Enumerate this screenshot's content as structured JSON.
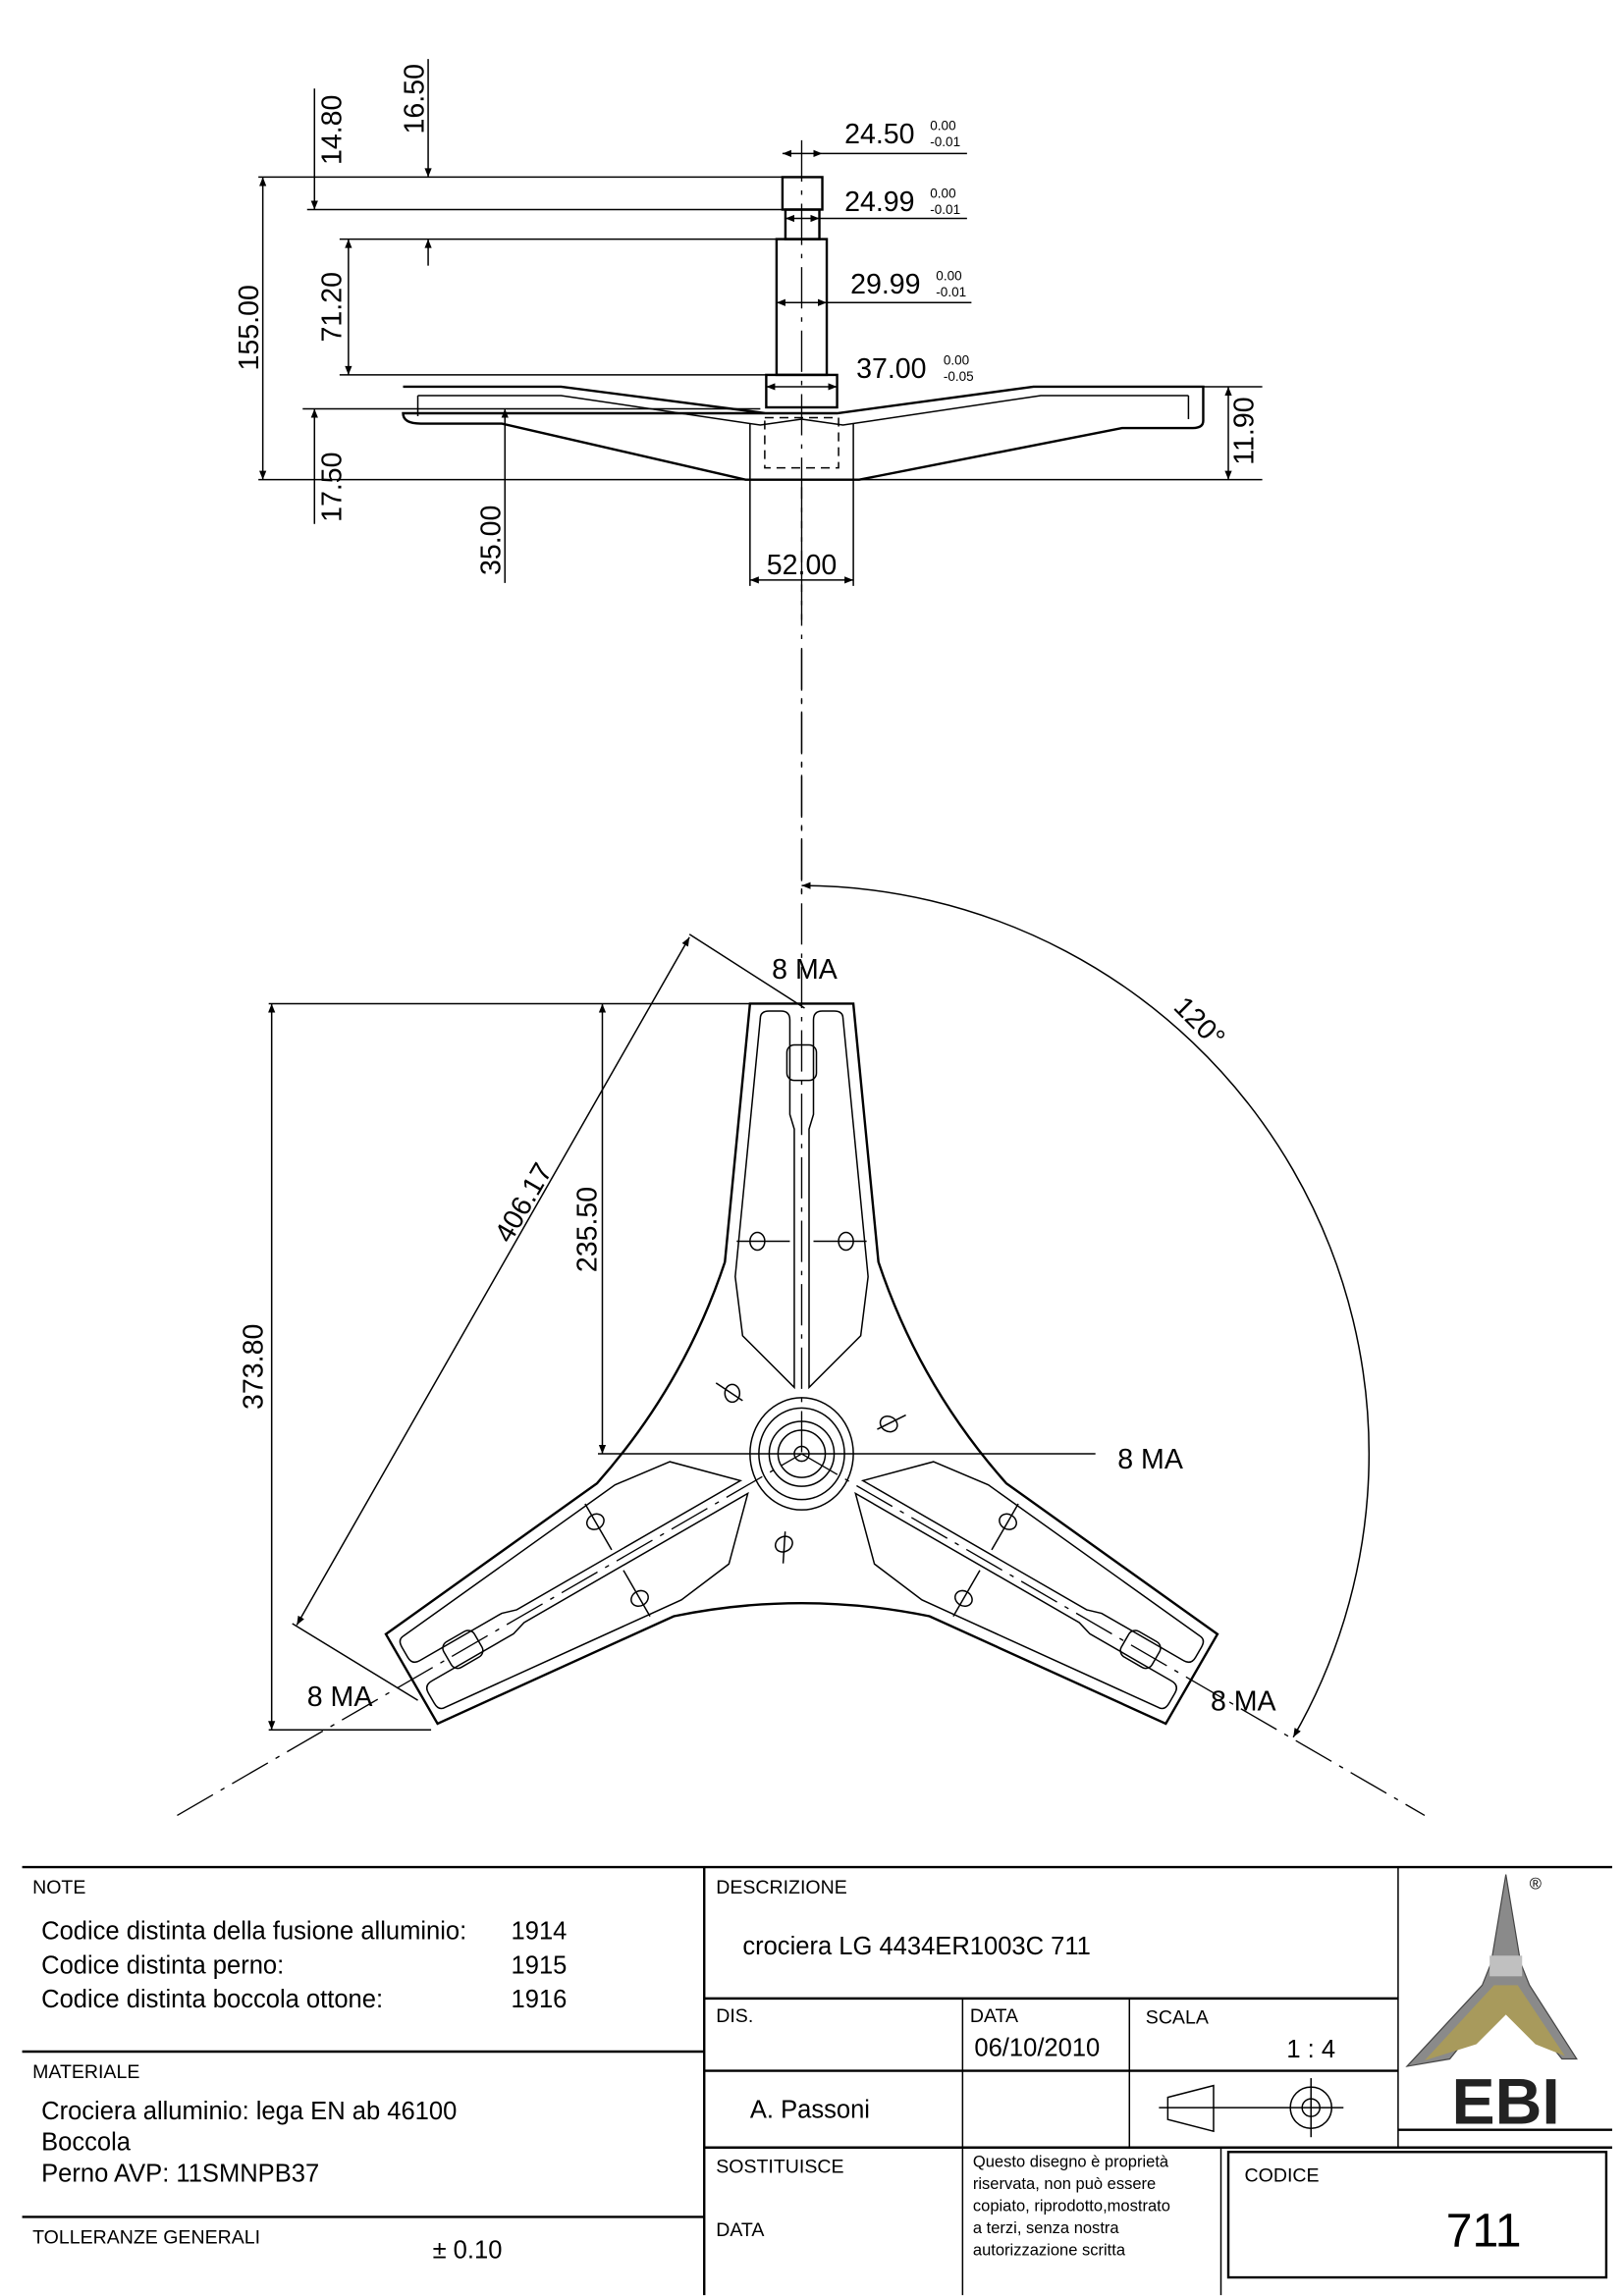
{
  "side_view": {
    "dims": {
      "d155": "155.00",
      "d14_80": "14.80",
      "d16_50": "16.50",
      "d71_20": "71.20",
      "d17_50": "17.50",
      "d35_00": "35.00",
      "d52_00": "52.00",
      "d11_90": "11.90"
    },
    "diameters": [
      {
        "value": "24.50",
        "upper": "0.00",
        "lower": "-0.01"
      },
      {
        "value": "24.99",
        "upper": "0.00",
        "lower": "-0.01"
      },
      {
        "value": "29.99",
        "upper": "0.00",
        "lower": "-0.01"
      },
      {
        "value": "37.00",
        "upper": "0.00",
        "lower": "-0.05"
      }
    ]
  },
  "plan_view": {
    "d373_80": "373.80",
    "d406_17": "406.17",
    "d235_50": "235.50",
    "angle": "120°",
    "thread_labels": [
      "8 MA",
      "8 MA",
      "8 MA",
      "8 MA"
    ]
  },
  "title_block": {
    "note_label": "NOTE",
    "notes": [
      {
        "text": "Codice distinta della fusione alluminio:",
        "code": "1914"
      },
      {
        "text": "Codice distinta perno:",
        "code": "1915"
      },
      {
        "text": "Codice distinta boccola ottone:",
        "code": "1916"
      }
    ],
    "materiale_label": "MATERIALE",
    "materiale": [
      "Crociera alluminio: lega EN ab 46100",
      "Boccola",
      "Perno AVP: 11SMNPB37"
    ],
    "tolleranze_label": "TOLLERANZE GENERALI",
    "tolleranze_value": "± 0.10",
    "descrizione_label": "DESCRIZIONE",
    "descrizione": "crociera LG 4434ER1003C 711",
    "dis_label": "DIS.",
    "dis_value": "A. Passoni",
    "data_label": "DATA",
    "data_value": "06/10/2010",
    "scala_label": "SCALA",
    "scala_value": "1 : 4",
    "sostituisce_label": "SOSTITUISCE",
    "data2_label": "DATA",
    "disclaimer": [
      "Questo disegno è proprietà",
      "riservata, non può essere",
      "copiato, riprodotto,mostrato",
      "a terzi, senza nostra",
      "autorizzazione scritta"
    ],
    "codice_label": "CODICE",
    "codice_value": "711",
    "logo_text": "EBI",
    "logo_registered": "®",
    "logo_colors": {
      "gold": "#a89a5c",
      "grey": "#8a8a8a",
      "dark": "#222222"
    }
  }
}
